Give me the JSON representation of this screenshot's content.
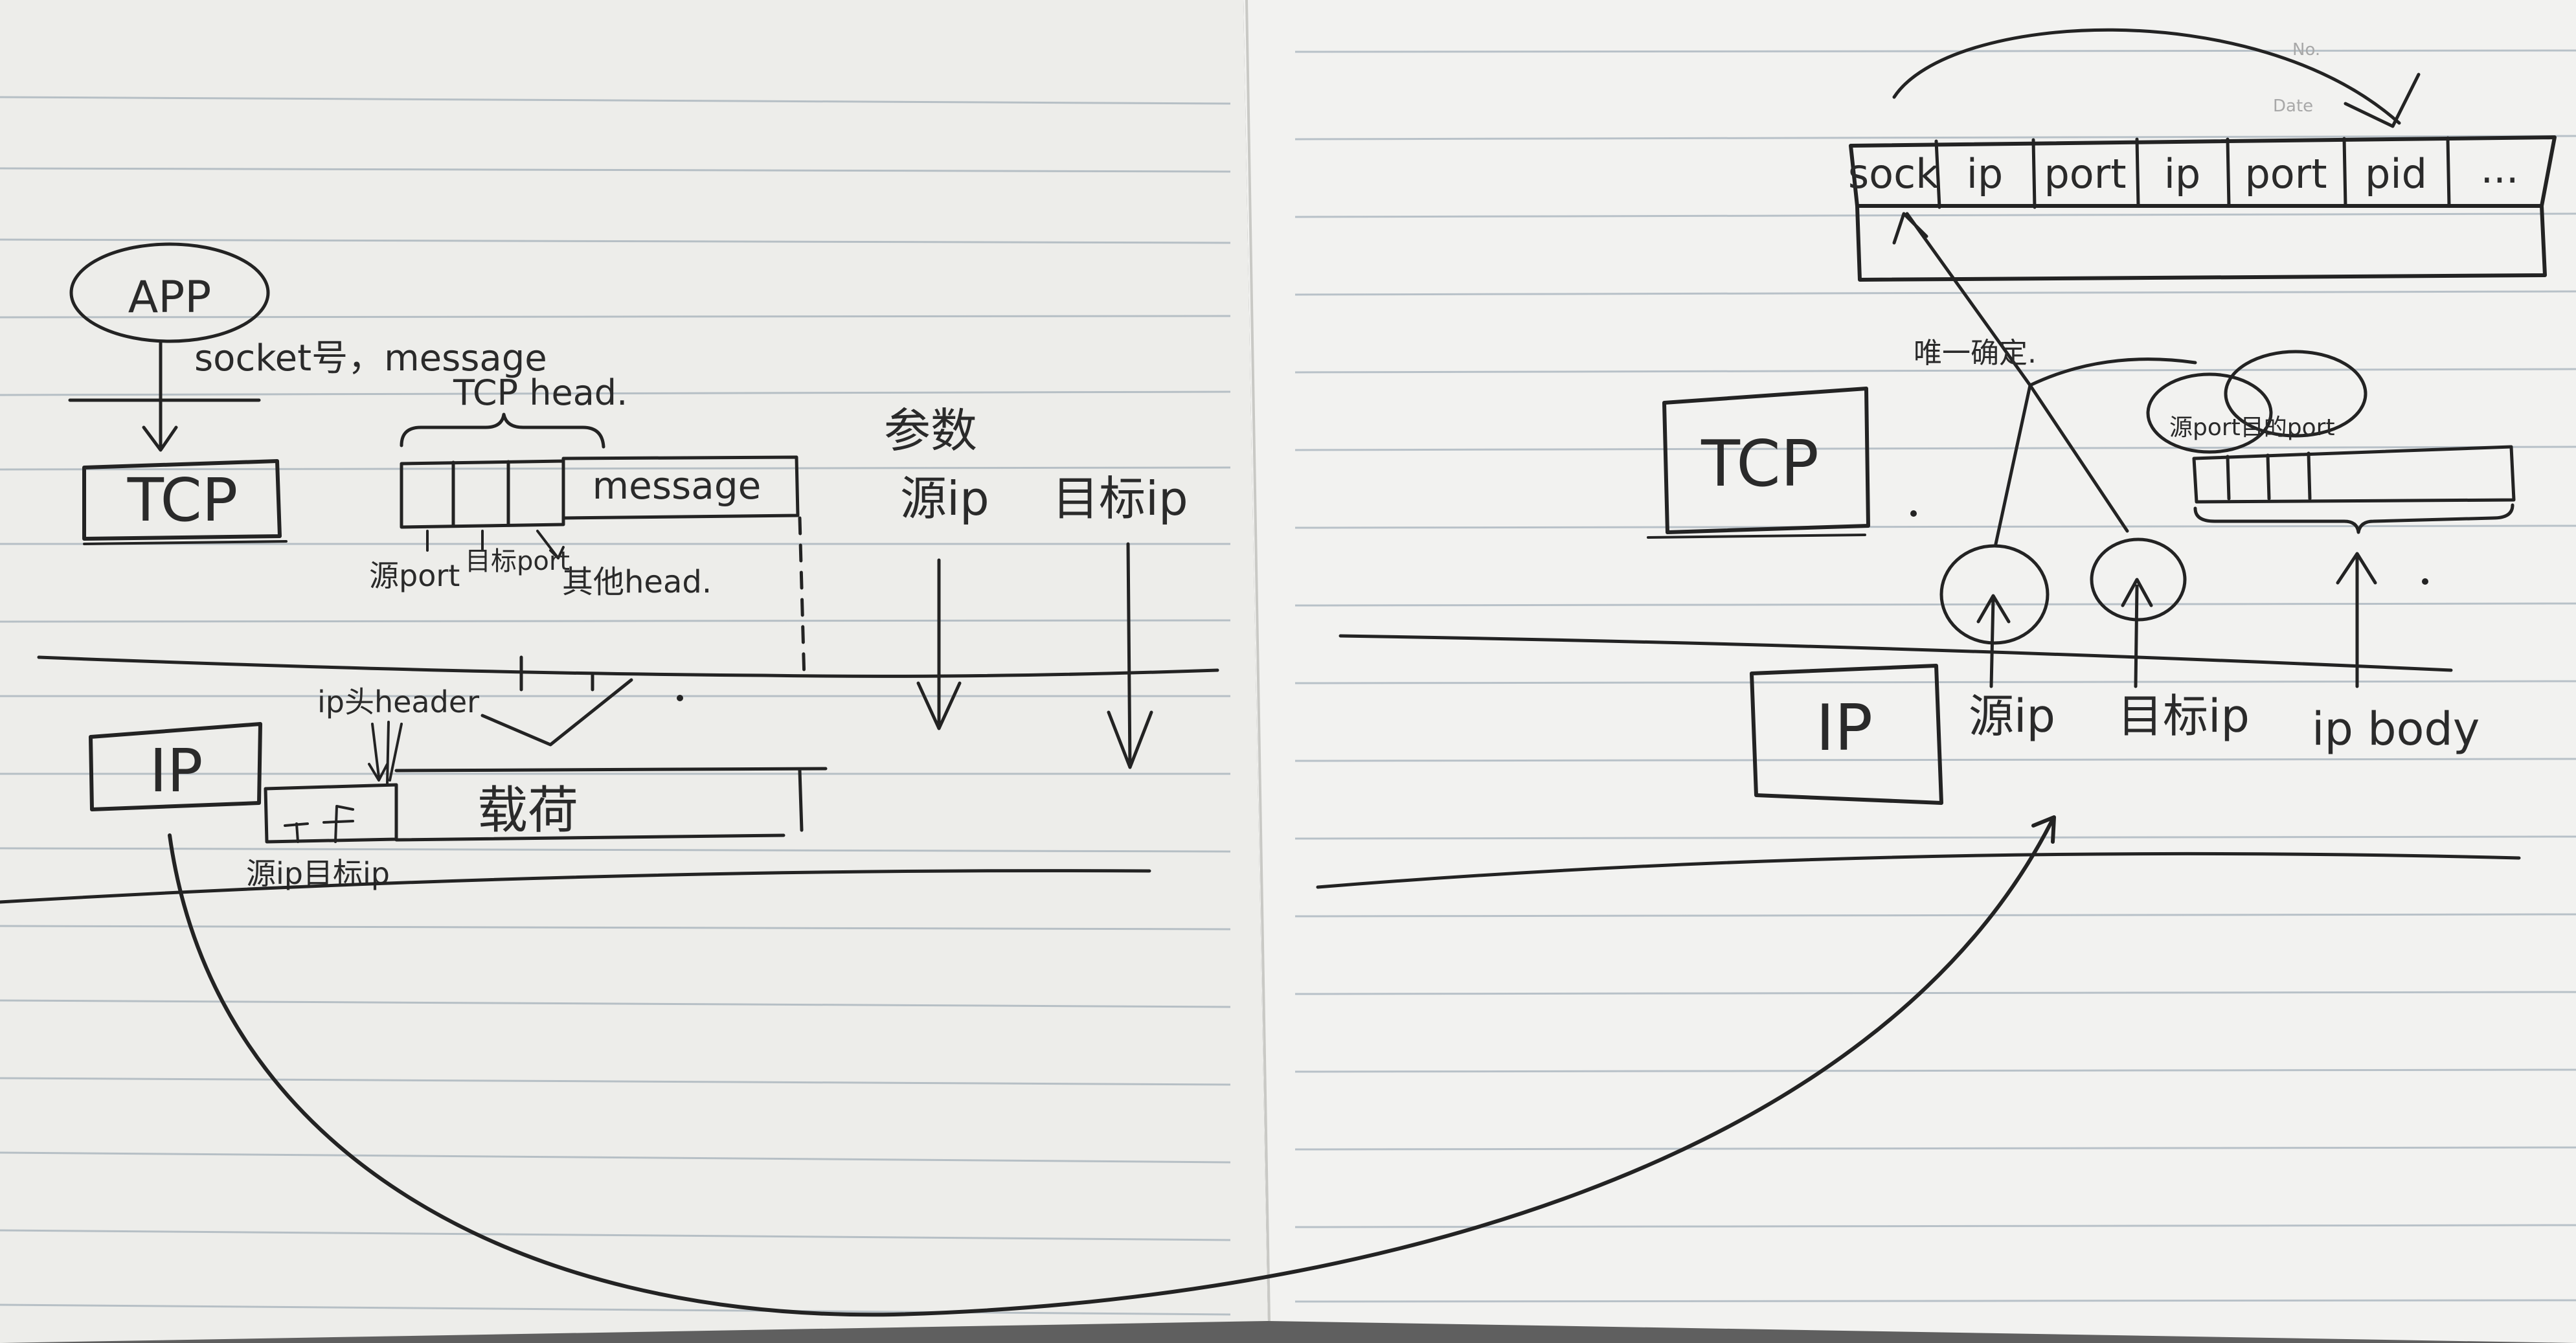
{
  "left_page": {
    "app_label": "APP",
    "app_to_tcp_label": "socket号，message",
    "tcp_layer": "TCP",
    "tcp_head_label": "TCP head.",
    "message_label": "message",
    "src_port_label": "源port",
    "dst_port_label": "目标port",
    "other_head_label": "其他head.",
    "params_label": "参数",
    "src_ip_param": "源ip",
    "dst_ip_param": "目标ip",
    "ip_layer": "IP",
    "ip_header_label": "ip头header",
    "payload_label": "载荷",
    "ip_fields_label": "源ip目标ip"
  },
  "right_page": {
    "corner_no": "No.",
    "corner_date": "Date",
    "socket_table": [
      "sock",
      "ip",
      "port",
      "ip",
      "port",
      "pid",
      "..."
    ],
    "unique_label": "唯一确定.",
    "tcp_layer": "TCP",
    "ports_label": "源port目的port",
    "ip_layer": "IP",
    "src_ip": "源ip",
    "dst_ip": "目标ip",
    "ip_body": "ip body"
  }
}
